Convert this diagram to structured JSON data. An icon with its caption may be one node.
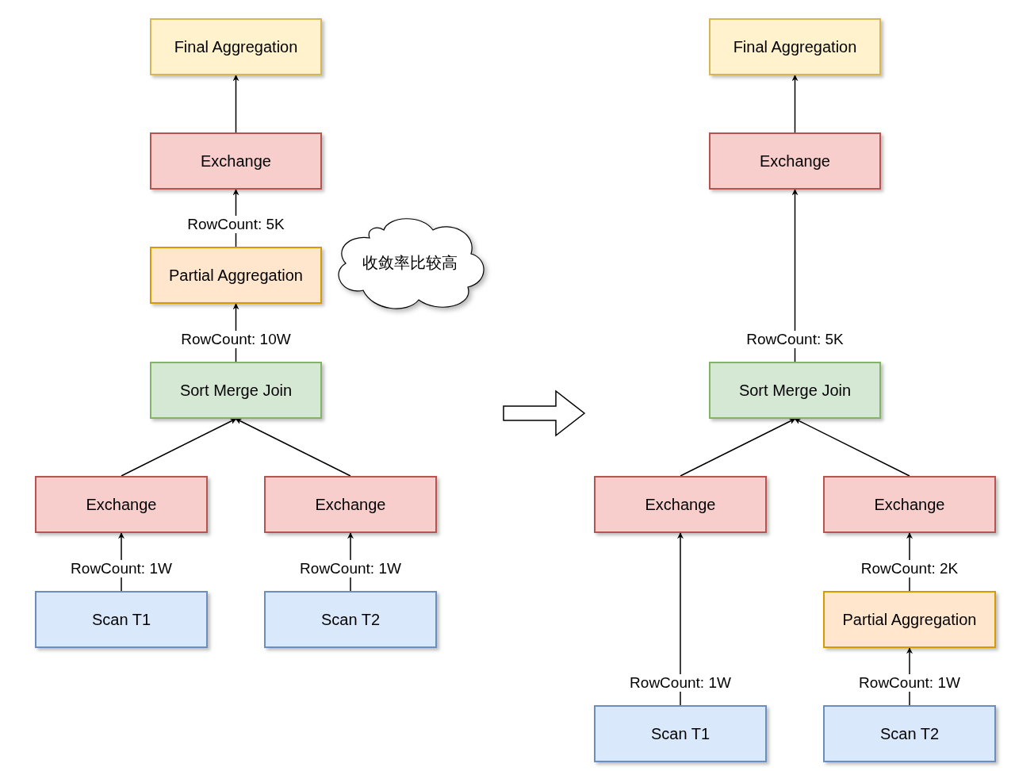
{
  "diagram": {
    "nodes": [
      {
        "text": [
          "Final Aggregation"
        ]
      },
      {
        "text": [
          "Exchange"
        ]
      },
      {
        "text": [
          "Partial Aggregation"
        ]
      },
      {
        "text": [
          "收敛率比较高"
        ]
      },
      {
        "text": [
          "Sort Merge Join"
        ]
      },
      {
        "text": [
          "Exchange"
        ]
      },
      {
        "text": [
          "Exchange"
        ]
      },
      {
        "text": [
          "Scan T1"
        ]
      },
      {
        "text": [
          "Scan T2"
        ]
      },
      {
        "text": [
          "Final Aggregation"
        ]
      },
      {
        "text": [
          "Exchange"
        ]
      },
      {
        "text": [
          "Sort Merge Join"
        ]
      },
      {
        "text": [
          "Exchange"
        ]
      },
      {
        "text": [
          "Exchange"
        ]
      },
      {
        "text": [
          "Partial Aggregation"
        ]
      },
      {
        "text": [
          "Scan T1"
        ]
      },
      {
        "text": [
          "Scan T2"
        ]
      }
    ],
    "edges": [
      {
        "from": 1,
        "to": 0,
        "arrow": "to"
      },
      {
        "from": 2,
        "to": 1,
        "arrow": "to",
        "label": "RowCount: 5K"
      },
      {
        "from": 4,
        "to": 2,
        "arrow": "to",
        "label": "RowCount: 10W"
      },
      {
        "from": 5,
        "to": 4,
        "arrow": "to"
      },
      {
        "from": 6,
        "to": 4,
        "arrow": "to"
      },
      {
        "from": 7,
        "to": 5,
        "arrow": "to",
        "label": "RowCount: 1W"
      },
      {
        "from": 8,
        "to": 6,
        "arrow": "to",
        "label": "RowCount: 1W"
      },
      {
        "from": 10,
        "to": 9,
        "arrow": "to"
      },
      {
        "from": 11,
        "to": 10,
        "arrow": "to",
        "label": "RowCount: 5K"
      },
      {
        "from": 12,
        "to": 11,
        "arrow": "to"
      },
      {
        "from": 13,
        "to": 11,
        "arrow": "to"
      },
      {
        "from": 15,
        "to": 12,
        "arrow": "to",
        "label": "RowCount: 1W"
      },
      {
        "from": 14,
        "to": 13,
        "arrow": "to",
        "label": "RowCount: 2K"
      },
      {
        "from": 16,
        "to": 14,
        "arrow": "to",
        "label": "RowCount: 1W"
      }
    ]
  }
}
